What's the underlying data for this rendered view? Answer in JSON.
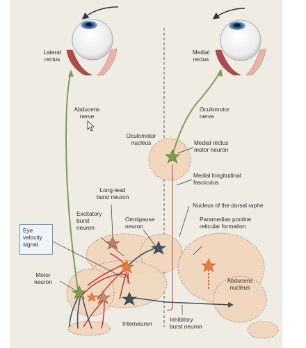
{
  "labels": {
    "lateral_rectus": [
      "Lateral",
      "rectus"
    ],
    "medial_rectus": [
      "Medial",
      "rectus"
    ],
    "abducens_nerve": [
      "Abducens",
      "nerve"
    ],
    "oculomotor_nerve": [
      "Oculomotor",
      "nerve"
    ],
    "oculomotor_nucleus": [
      "Oculomotor",
      "nucleus"
    ],
    "medial_rectus_motor_neuron": [
      "Medial rectus",
      "motor neuron"
    ],
    "medial_longitudinal_fasciculus": [
      "Medial longitudinal",
      "fasciculus"
    ],
    "long_lead_burst_neuron": [
      "Long-lead",
      "burst neuron"
    ],
    "nucleus_dorsal_raphe": "Nucleus of the dorsal raphe",
    "excitatory_burst_neuron": [
      "Excitatory",
      "burst",
      "neuron"
    ],
    "omnipause_neuron": [
      "Omnipause",
      "neuron"
    ],
    "paramedian_pontine_reticular_formation": [
      "Paramedian pontine",
      "reticular formation"
    ],
    "eye_velocity_signal": [
      "Eye",
      "velocity",
      "signal"
    ],
    "motor_neuron": [
      "Motor",
      "neuron"
    ],
    "abducens_nucleus": [
      "Abducens",
      "nucleus"
    ],
    "interneuron": "Interneuron",
    "inhibitory_burst_neuron": [
      "Inhibitory",
      "burst neuron"
    ]
  },
  "colors": {
    "panel_background": "#efece3",
    "nucleus_fill": "#f0d7bd",
    "nerve_green": "#7f9b56",
    "inhibitory_red": "#c0392b",
    "mlf_red": "#c97f6b",
    "excitatory_neuron_orange": "#f07a35",
    "inhibitory_neuron_slate": "#3e5463",
    "motor_neuron_green": "#7da04a",
    "long_lead_neuron": "#b6806a",
    "eye_velocity_box_border": "#6f99b8",
    "muscle_red": "#b24a4a"
  },
  "icons": [
    "eyeball-icon",
    "rotation-arrow-icon",
    "mouse-cursor-icon",
    "neuron-star-icon"
  ]
}
